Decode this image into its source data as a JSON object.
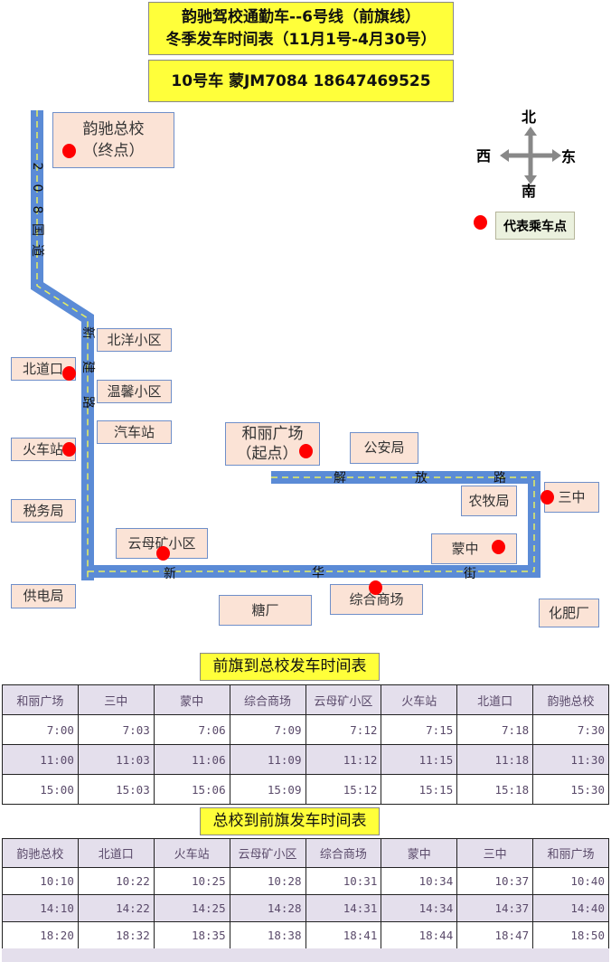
{
  "header": {
    "line1": "韵驰驾校通勤车--6号线（前旗线）",
    "line2": "冬季发车时间表（11月1号-4月30号）",
    "bus_info": "10号车 蒙JM7084 18647469525"
  },
  "map": {
    "compass": {
      "north": "北",
      "south": "南",
      "west": "西",
      "east": "东"
    },
    "legend": "代表乘车点",
    "roads": {
      "g208": [
        "2",
        "0",
        "8",
        "国",
        "道"
      ],
      "xinjian": [
        "新",
        "建",
        "路"
      ],
      "jiefang": [
        "解",
        "放",
        "路"
      ],
      "xinhua": [
        "新",
        "华",
        "街"
      ]
    },
    "places": {
      "terminal_name": "韵驰总校",
      "terminal_note": "（终点）",
      "start_name": "和丽广场",
      "start_note": "（起点）",
      "beiyang": "北洋小区",
      "beidaokou": "北道口",
      "wenxin": "温馨小区",
      "qichezhan": "汽车站",
      "huochezhan": "火车站",
      "gonganju": "公安局",
      "sanzhong": "三中",
      "nongmuju": "农牧局",
      "shuiwuju": "税务局",
      "yunmukuang": "云母矿小区",
      "mengzhong": "蒙中",
      "gongdianju": "供电局",
      "tangchang": "糖厂",
      "zonghe": "综合商场",
      "huafeichang": "化肥厂"
    }
  },
  "colors": {
    "road": "#5b8bd6",
    "stop": "#ff0000",
    "highlight": "#ffff3a"
  },
  "timetable1": {
    "title": "前旗到总校发车时间表",
    "headers": [
      "和丽广场",
      "三中",
      "蒙中",
      "综合商场",
      "云母矿小区",
      "火车站",
      "北道口",
      "韵驰总校"
    ],
    "rows": [
      [
        "7:00",
        "7:03",
        "7:06",
        "7:09",
        "7:12",
        "7:15",
        "7:18",
        "7:30"
      ],
      [
        "11:00",
        "11:03",
        "11:06",
        "11:09",
        "11:12",
        "11:15",
        "11:18",
        "11:30"
      ],
      [
        "15:00",
        "15:03",
        "15:06",
        "15:09",
        "15:12",
        "15:15",
        "15:18",
        "15:30"
      ]
    ]
  },
  "timetable2": {
    "title": "总校到前旗发车时间表",
    "headers": [
      "韵驰总校",
      "北道口",
      "火车站",
      "云母矿小区",
      "综合商场",
      "蒙中",
      "三中",
      "和丽广场"
    ],
    "rows": [
      [
        "10:10",
        "10:22",
        "10:25",
        "10:28",
        "10:31",
        "10:34",
        "10:37",
        "10:40"
      ],
      [
        "14:10",
        "14:22",
        "14:25",
        "14:28",
        "14:31",
        "14:34",
        "14:37",
        "14:40"
      ],
      [
        "18:20",
        "18:32",
        "18:35",
        "18:38",
        "18:41",
        "18:44",
        "18:47",
        "18:50"
      ]
    ]
  }
}
